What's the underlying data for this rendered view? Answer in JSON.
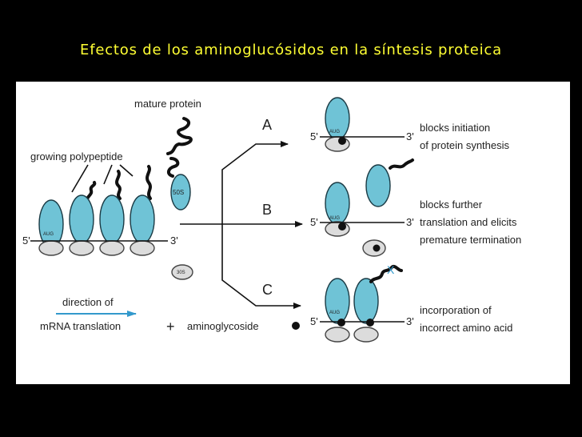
{
  "title": "Efectos de los aminoglucósidos en la síntesis proteica",
  "labels": {
    "mature_protein": "mature protein",
    "growing_polypeptide": "growing polypeptide",
    "s50": "50S",
    "s30": "30S",
    "five_prime": "5'",
    "three_prime": "3'",
    "aug": "AUG",
    "direction_line1": "direction of",
    "direction_line2": "mRNA translation",
    "plus": "+",
    "aminoglycoside": "aminoglycoside",
    "path_a": "A",
    "path_b": "B",
    "path_c": "C",
    "x_mark": "X"
  },
  "outcomes": {
    "a_line1": "blocks initiation",
    "a_line2": "of protein synthesis",
    "b_line1": "blocks further",
    "b_line2": "translation and elicits",
    "b_line3": "premature termination",
    "c_line1": "incorporation of",
    "c_line2": "incorrect amino acid"
  },
  "colors": {
    "background": "#000000",
    "title": "#ffff33",
    "ribosome_large": "#6fc3d6",
    "ribosome_small": "#dcdcdc",
    "direction_arrow": "#3399cc",
    "x_mark": "#3399cc"
  }
}
